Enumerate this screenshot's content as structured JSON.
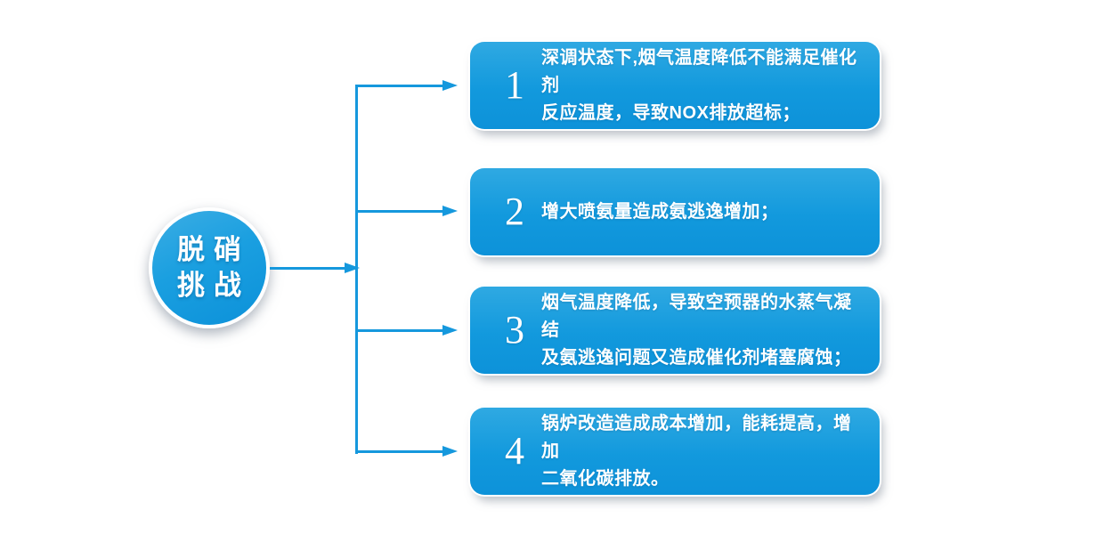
{
  "colors": {
    "accent_blue": "#1598dd",
    "box_gradient_top": "#2fa9e2",
    "box_gradient_bottom": "#0d92d9",
    "text_white": "#ffffff",
    "background": "#ffffff"
  },
  "hub": {
    "line1": "脱硝",
    "line2": "挑战"
  },
  "items": [
    {
      "number": "1",
      "line1": "深调状态下,烟气温度降低不能满足催化剂",
      "line2": "反应温度，导致NOX排放超标；"
    },
    {
      "number": "2",
      "line1": "增大喷氨量造成氨逃逸增加；"
    },
    {
      "number": "3",
      "line1": "烟气温度降低，导致空预器的水蒸气凝结",
      "line2": "及氨逃逸问题又造成催化剂堵塞腐蚀；"
    },
    {
      "number": "4",
      "line1": "锅炉改造造成成本增加，能耗提高，增加",
      "line2": "二氧化碳排放。"
    }
  ]
}
